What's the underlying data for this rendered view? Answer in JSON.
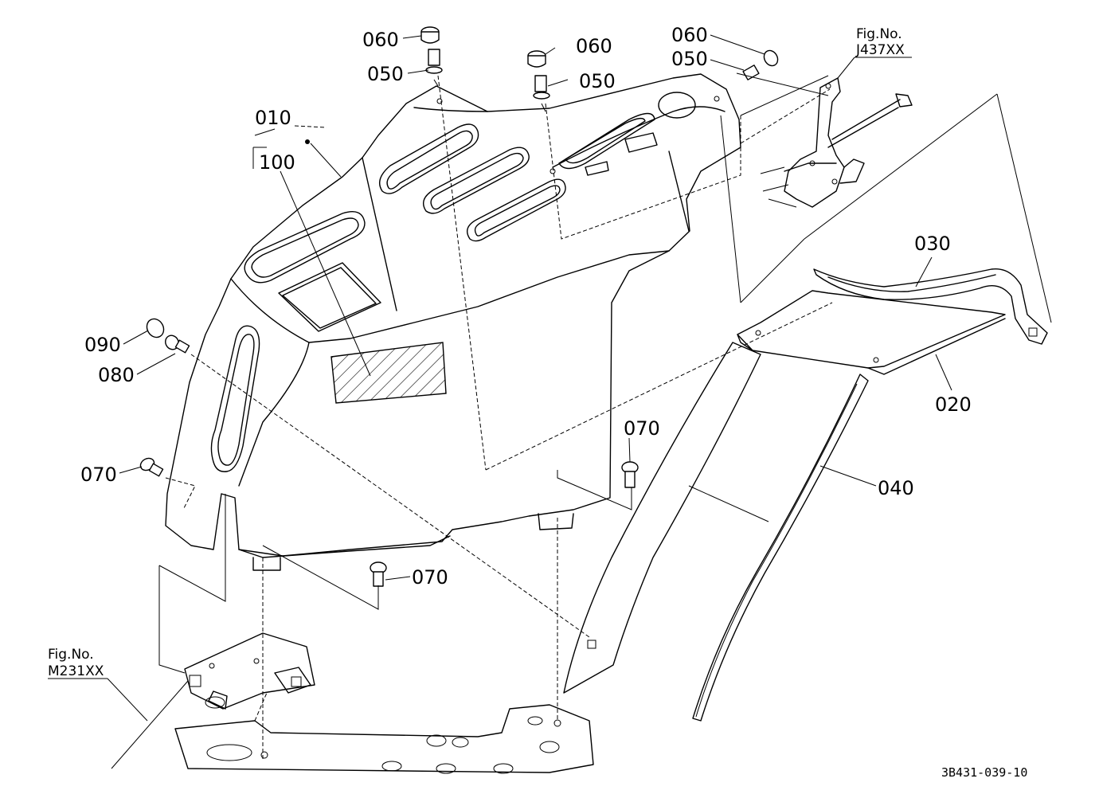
{
  "title": "",
  "parts": [
    {
      "id": "callout-010",
      "label": "010"
    },
    {
      "id": "callout-100",
      "label": "100"
    },
    {
      "id": "callout-060-a",
      "label": "060"
    },
    {
      "id": "callout-050-a",
      "label": "050"
    },
    {
      "id": "callout-060-b",
      "label": "060"
    },
    {
      "id": "callout-050-b",
      "label": "050"
    },
    {
      "id": "callout-060-c",
      "label": "060"
    },
    {
      "id": "callout-050-c",
      "label": "050"
    },
    {
      "id": "callout-030",
      "label": "030"
    },
    {
      "id": "callout-020",
      "label": "020"
    },
    {
      "id": "callout-040",
      "label": "040"
    },
    {
      "id": "callout-090",
      "label": "090"
    },
    {
      "id": "callout-080",
      "label": "080"
    },
    {
      "id": "callout-070-a",
      "label": "070"
    },
    {
      "id": "callout-070-b",
      "label": "070"
    },
    {
      "id": "callout-070-c",
      "label": "070"
    }
  ],
  "references": [
    {
      "id": "ref-top-right",
      "prefix": "Fig.No.",
      "code": "J437XX"
    },
    {
      "id": "ref-bottom-left",
      "prefix": "Fig.No.",
      "code": "M231XX"
    }
  ],
  "drawing_code": "3B431-039-10"
}
